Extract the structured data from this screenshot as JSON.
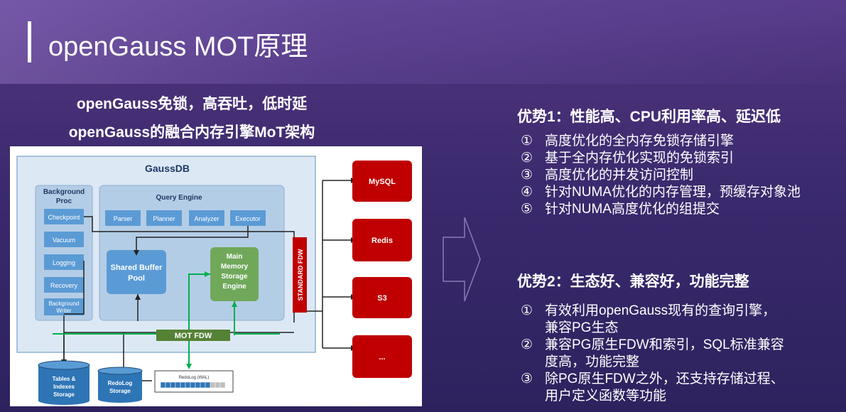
{
  "slide": {
    "title": "openGauss MOT原理",
    "subtitle_line1": "openGauss免锁，高吞吐，低时延",
    "subtitle_line2": "openGauss的融合内存引擎MoT架构"
  },
  "diagram": {
    "gaussdb_label": "GaussDB",
    "background_proc": {
      "title": "Background Proc",
      "items": [
        "Checkpoint",
        "Vacuum",
        "Logging",
        "Recovery",
        "Background Writer"
      ]
    },
    "query_engine": {
      "title": "Query Engine",
      "items": [
        "Parser",
        "Planner",
        "Analyzer",
        "Executor"
      ]
    },
    "shared_buffer_pool": "Shared Buffer Pool",
    "mmse": "Main Memory Storage Engine",
    "mot_fdw": "MOT FDW",
    "standard_fdw": "STANDARD FDW",
    "targets": [
      "MySQL",
      "Redis",
      "S3",
      "..."
    ],
    "tables_storage": "Tables & Indexes Storage",
    "redolog_storage": "RedoLog Storage",
    "redolog_wal": "RedoLog (WAL)"
  },
  "advantages": [
    {
      "title": "优势1：性能高、CPU利用率高、延迟低",
      "items": [
        {
          "num": "①",
          "lines": [
            "高度优化的全内存免锁存储引擎"
          ]
        },
        {
          "num": "②",
          "lines": [
            "基于全内存优化实现的免锁索引"
          ]
        },
        {
          "num": "③",
          "lines": [
            "高度优化的并发访问控制"
          ]
        },
        {
          "num": "④",
          "lines": [
            "针对NUMA优化的内存管理，预缓存对象池"
          ]
        },
        {
          "num": "⑤",
          "lines": [
            "针对NUMA高度优化的组提交"
          ]
        }
      ]
    },
    {
      "title": "优势2：生态好、兼容好，功能完整",
      "items": [
        {
          "num": "①",
          "lines": [
            "有效利用openGauss现有的查询引擎，",
            "兼容PG生态"
          ]
        },
        {
          "num": "②",
          "lines": [
            "兼容PG原生FDW和索引，SQL标准兼容",
            "度高，功能完整"
          ]
        },
        {
          "num": "③",
          "lines": [
            "除PG原生FDW之外，还支持存储过程、",
            "用户定义函数等功能"
          ]
        }
      ]
    }
  ],
  "colors": {
    "background_top": "#5a3d8c",
    "background_bottom": "#2d225e",
    "target_red": "#c00000",
    "box_blue": "#5b9bd5",
    "mot_green": "#548235",
    "connector_green": "#00b050"
  }
}
